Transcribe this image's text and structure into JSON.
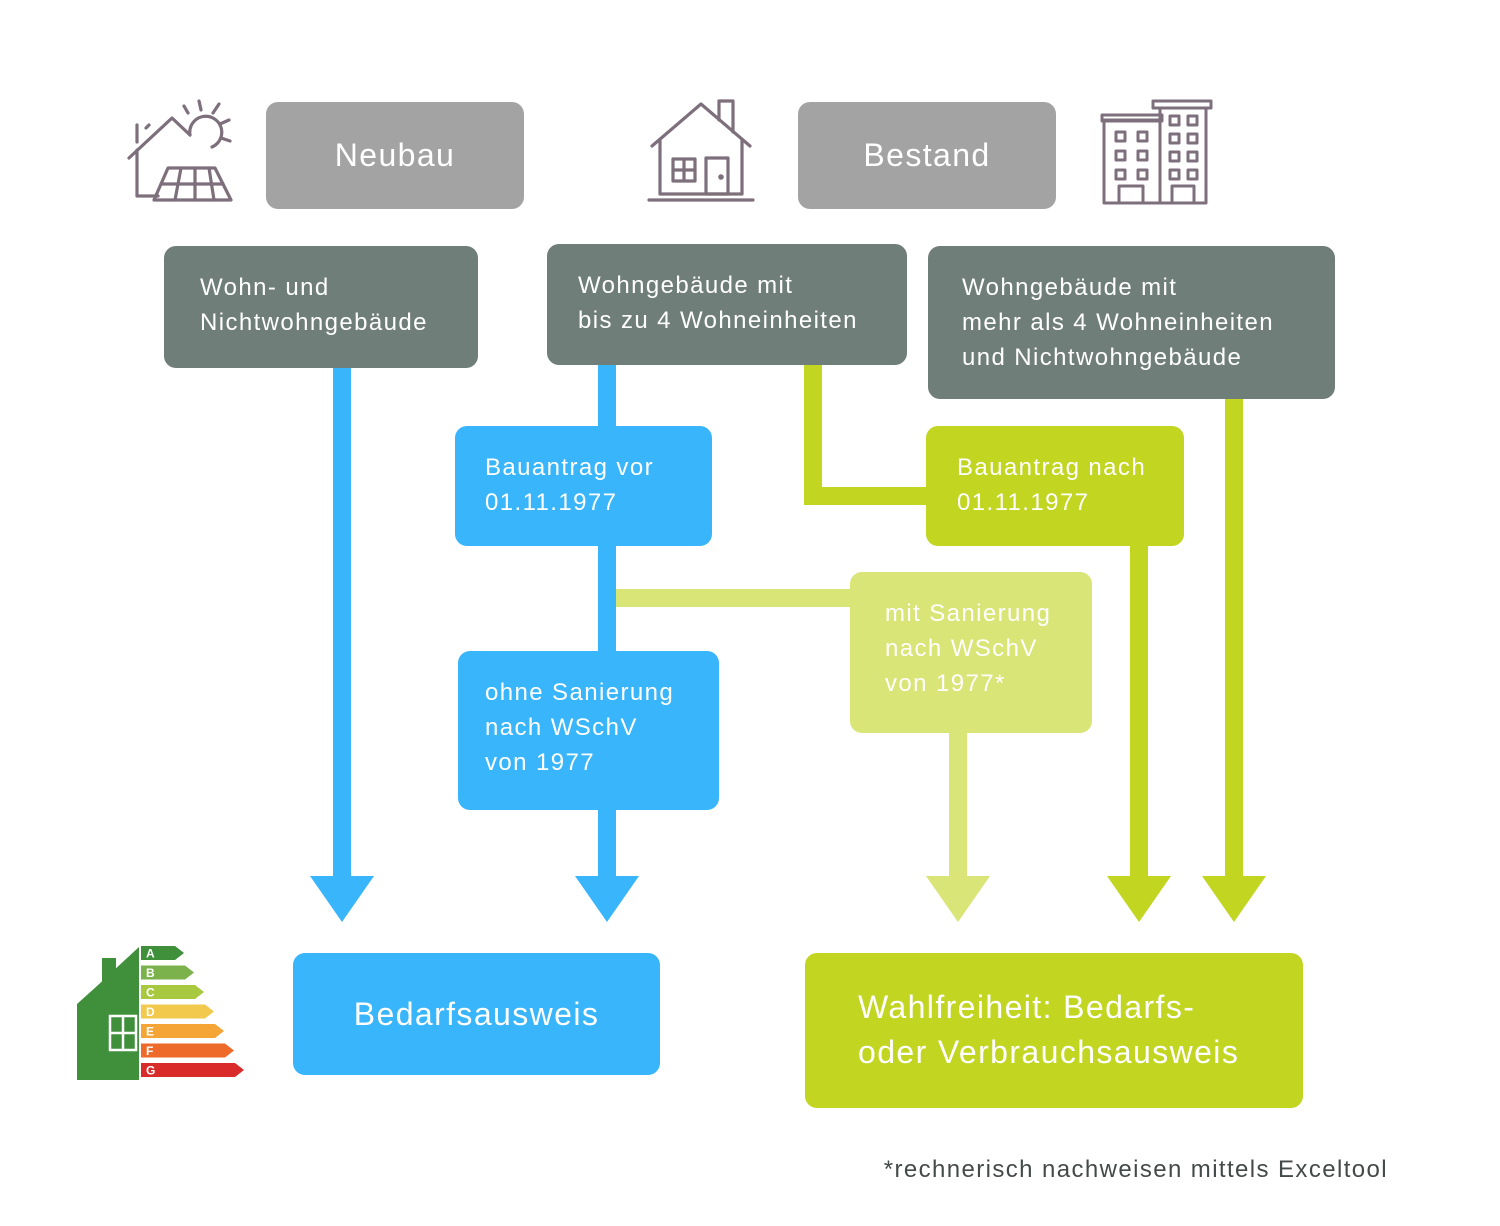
{
  "header": {
    "neubau_label": "Neubau",
    "bestand_label": "Bestand"
  },
  "categories": {
    "neubau_buildings": [
      "Wohn- und",
      "Nichtwohngebäude"
    ],
    "small_residential": [
      "Wohngebäude mit",
      "bis zu 4 Wohneinheiten"
    ],
    "large_residential": [
      "Wohngebäude mit",
      "mehr als 4 Wohneinheiten",
      "und Nichtwohngebäude"
    ]
  },
  "steps": {
    "application_before": [
      "Bauantrag vor",
      "01.11.1977"
    ],
    "application_after": [
      "Bauantrag nach",
      "01.11.1977"
    ],
    "without_renovation": [
      "ohne Sanierung",
      "nach WSchV",
      "von 1977"
    ],
    "with_renovation": [
      "mit Sanierung",
      "nach WSchV",
      "von 1977*"
    ]
  },
  "results": {
    "demand_certificate": "Bedarfsausweis",
    "free_choice": [
      "Wahlfreiheit: Bedarfs-",
      "oder Verbrauchsausweis"
    ]
  },
  "energy_label": {
    "classes": [
      "A",
      "B",
      "C",
      "D",
      "E",
      "F",
      "G"
    ],
    "class_colors": [
      "#3f8f3b",
      "#7cb24b",
      "#a8c93f",
      "#f2c94c",
      "#f4a536",
      "#ee6a2b",
      "#d92c2a"
    ]
  },
  "footnote": "*rechnerisch nachweisen mittels Exceltool",
  "colors": {
    "header_gray": "#a3a3a3",
    "category_gray": "#6f7e79",
    "blue": "#38b5fb",
    "green": "#c1d521",
    "light_green": "#d9e576",
    "icon_outline": "#7d6f7c"
  }
}
